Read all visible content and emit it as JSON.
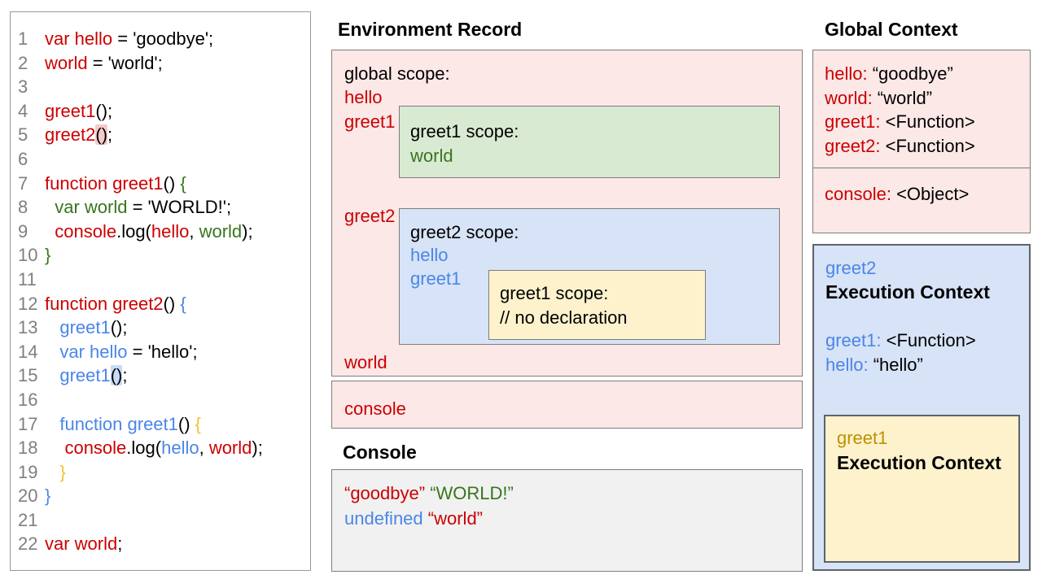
{
  "palette": {
    "red_text": "#cc0000",
    "green_text": "#38761d",
    "blue_text": "#4a86e8",
    "orange_text": "#f1c232",
    "gold_text": "#bf9000",
    "gutter_gray": "#7f7f7f",
    "pink_bg": "#fbe8e7",
    "green_bg": "#d9ead3",
    "blue_bg": "#d7e3f6",
    "yellow_bg": "#fdf2cc",
    "console_bg": "#f1f1f1",
    "pink_highlight": "#f5caca",
    "blue_highlight": "#c9daf8"
  },
  "code_panel": {
    "lines": [
      {
        "n": "1",
        "tokens": [
          [
            "var hello",
            "red"
          ],
          [
            " = 'goodbye';",
            "black"
          ]
        ]
      },
      {
        "n": "2",
        "tokens": [
          [
            "world",
            "red"
          ],
          [
            " = 'world';",
            "black"
          ]
        ]
      },
      {
        "n": "3",
        "tokens": []
      },
      {
        "n": "4",
        "tokens": [
          [
            "greet1",
            "red"
          ],
          [
            "();",
            "black"
          ]
        ]
      },
      {
        "n": "5",
        "tokens": [
          [
            "greet2",
            "red"
          ],
          [
            "()",
            "black hl-pink"
          ],
          [
            ";",
            "black"
          ]
        ]
      },
      {
        "n": "6",
        "tokens": []
      },
      {
        "n": "7",
        "tokens": [
          [
            "function greet1",
            "red"
          ],
          [
            "() ",
            "black"
          ],
          [
            "{",
            "green"
          ]
        ]
      },
      {
        "n": "8",
        "tokens": [
          [
            "  ",
            "black"
          ],
          [
            "var world",
            "green"
          ],
          [
            " = 'WORLD!';",
            "black"
          ]
        ]
      },
      {
        "n": "9",
        "tokens": [
          [
            "  ",
            "black"
          ],
          [
            "console",
            "red"
          ],
          [
            ".log(",
            "black"
          ],
          [
            "hello",
            "red"
          ],
          [
            ", ",
            "black"
          ],
          [
            "world",
            "green"
          ],
          [
            ");",
            "black"
          ]
        ]
      },
      {
        "n": "10",
        "tokens": [
          [
            "}",
            "green"
          ]
        ]
      },
      {
        "n": "11",
        "tokens": []
      },
      {
        "n": "12",
        "tokens": [
          [
            "function greet2",
            "red"
          ],
          [
            "() ",
            "black"
          ],
          [
            "{",
            "blue"
          ]
        ]
      },
      {
        "n": "13",
        "tokens": [
          [
            "   ",
            "black"
          ],
          [
            "greet1",
            "blue"
          ],
          [
            "();",
            "black"
          ]
        ]
      },
      {
        "n": "14",
        "tokens": [
          [
            "   ",
            "black"
          ],
          [
            "var hello",
            "blue"
          ],
          [
            " = 'hello';",
            "black"
          ]
        ]
      },
      {
        "n": "15",
        "tokens": [
          [
            "   ",
            "black"
          ],
          [
            "greet1",
            "blue"
          ],
          [
            "()",
            "black hl-blue"
          ],
          [
            ";",
            "black"
          ]
        ]
      },
      {
        "n": "16",
        "tokens": []
      },
      {
        "n": "17",
        "tokens": [
          [
            "   ",
            "black"
          ],
          [
            "function greet1",
            "blue"
          ],
          [
            "() ",
            "black"
          ],
          [
            "{",
            "orange"
          ]
        ]
      },
      {
        "n": "18",
        "tokens": [
          [
            "    ",
            "black"
          ],
          [
            "console",
            "red"
          ],
          [
            ".log(",
            "black"
          ],
          [
            "hello",
            "blue"
          ],
          [
            ", ",
            "black"
          ],
          [
            "world",
            "red"
          ],
          [
            ");",
            "black"
          ]
        ]
      },
      {
        "n": "19",
        "tokens": [
          [
            "   ",
            "black"
          ],
          [
            "}",
            "orange"
          ]
        ]
      },
      {
        "n": "20",
        "tokens": [
          [
            "}",
            "blue"
          ]
        ]
      },
      {
        "n": "21",
        "tokens": []
      },
      {
        "n": "22",
        "tokens": [
          [
            "var world",
            "red"
          ],
          [
            ";",
            "black"
          ]
        ]
      }
    ]
  },
  "environment_record": {
    "title": "Environment Record",
    "global_label": "global scope:",
    "hello": "hello",
    "greet1": "greet1",
    "greet2": "greet2",
    "world": "world",
    "greet1_scope": {
      "label": "greet1 scope:",
      "world": "world"
    },
    "greet2_scope": {
      "label": "greet2 scope:",
      "hello": "hello",
      "greet1": "greet1"
    },
    "greet1_inner_scope": {
      "label": "greet1 scope:",
      "comment": "// no declaration"
    },
    "console_label": "console"
  },
  "console_panel": {
    "title": "Console",
    "lines": [
      [
        [
          "“goodbye”",
          "red"
        ],
        [
          " ",
          "black"
        ],
        [
          "“WORLD!”",
          "green"
        ]
      ],
      [
        [
          "undefined",
          "blue"
        ],
        [
          " ",
          "black"
        ],
        [
          "“world”",
          "red"
        ]
      ]
    ]
  },
  "global_context": {
    "title": "Global Context",
    "vars": [
      [
        [
          "hello:",
          "red"
        ],
        [
          " “goodbye”",
          "black"
        ]
      ],
      [
        [
          "world:",
          "red"
        ],
        [
          " “world”",
          "black"
        ]
      ],
      [
        [
          "greet1:",
          "red"
        ],
        [
          " <Function>",
          "black"
        ]
      ],
      [
        [
          "greet2:",
          "red"
        ],
        [
          " <Function>",
          "black"
        ]
      ]
    ],
    "console_row": [
      [
        [
          "console:",
          "red"
        ],
        [
          " <Object>",
          "black"
        ]
      ]
    ]
  },
  "greet2_execution_context": {
    "name": "greet2",
    "title": "Execution Context",
    "vars": [
      [
        [
          "greet1:",
          "blue"
        ],
        [
          " <Function>",
          "black"
        ]
      ],
      [
        [
          "hello:",
          "blue"
        ],
        [
          " “hello”",
          "black"
        ]
      ]
    ],
    "inner": {
      "name": "greet1",
      "title": "Execution Context"
    }
  }
}
